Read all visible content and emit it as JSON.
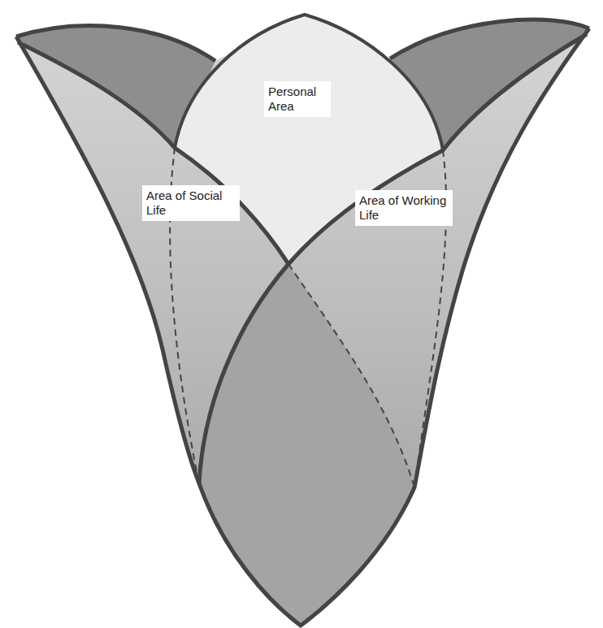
{
  "diagram": {
    "nodes": [
      {
        "text": [
          "Personal Area"
        ]
      },
      {
        "text": [
          "Area of Social Life"
        ]
      },
      {
        "text": [
          "Area of Working Life"
        ]
      }
    ]
  }
}
